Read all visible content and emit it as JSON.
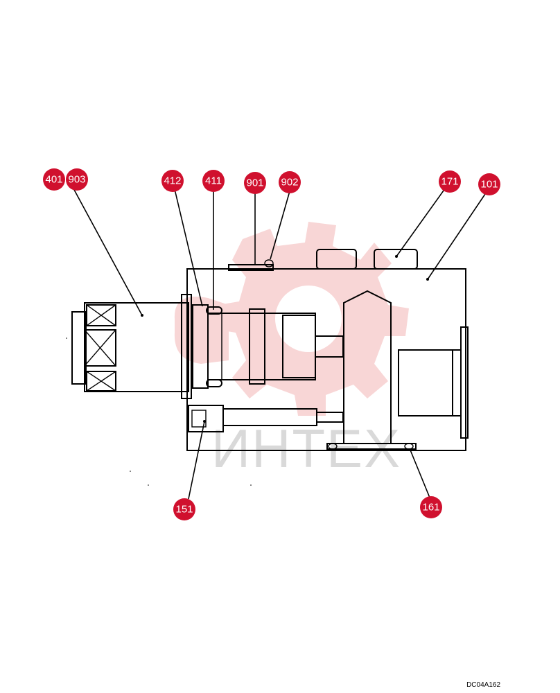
{
  "watermark": {
    "text": "ИНТЕХ",
    "color": "#f3b5b5"
  },
  "drawing_code": "DC04A162",
  "callout_color": "#d0102e",
  "callouts": [
    {
      "id": "c401",
      "label": "401"
    },
    {
      "id": "c903",
      "label": "903"
    },
    {
      "id": "c412",
      "label": "412"
    },
    {
      "id": "c411",
      "label": "411"
    },
    {
      "id": "c901",
      "label": "901"
    },
    {
      "id": "c902",
      "label": "902"
    },
    {
      "id": "c171",
      "label": "171"
    },
    {
      "id": "c101",
      "label": "101"
    },
    {
      "id": "c151",
      "label": "151"
    },
    {
      "id": "c161",
      "label": "161"
    }
  ]
}
